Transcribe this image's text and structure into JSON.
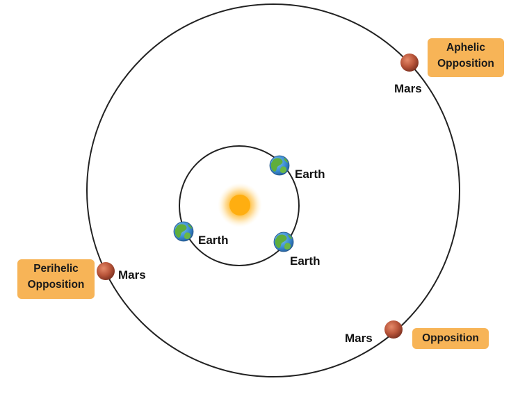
{
  "labels": {
    "earth_top": "Earth",
    "earth_left": "Earth",
    "earth_bottom": "Earth",
    "mars_top": "Mars",
    "mars_left": "Mars",
    "mars_bottom": "Mars"
  },
  "tags": {
    "aphelic": {
      "line1": "Aphelic",
      "line2": "Opposition"
    },
    "perihelic": {
      "line1": "Perihelic",
      "line2": "Opposition"
    },
    "opposition": "Opposition"
  },
  "colors": {
    "tag_fill": "#f7b457",
    "orbit_stroke": "#222222",
    "sun": "#f9a51a",
    "mars": "#c0573a",
    "earth_ocean": "#3f8fd6",
    "earth_land": "#5fae3c"
  },
  "icons": {
    "sun": "sun-icon",
    "earth": "earth-icon",
    "mars": "mars-icon"
  }
}
